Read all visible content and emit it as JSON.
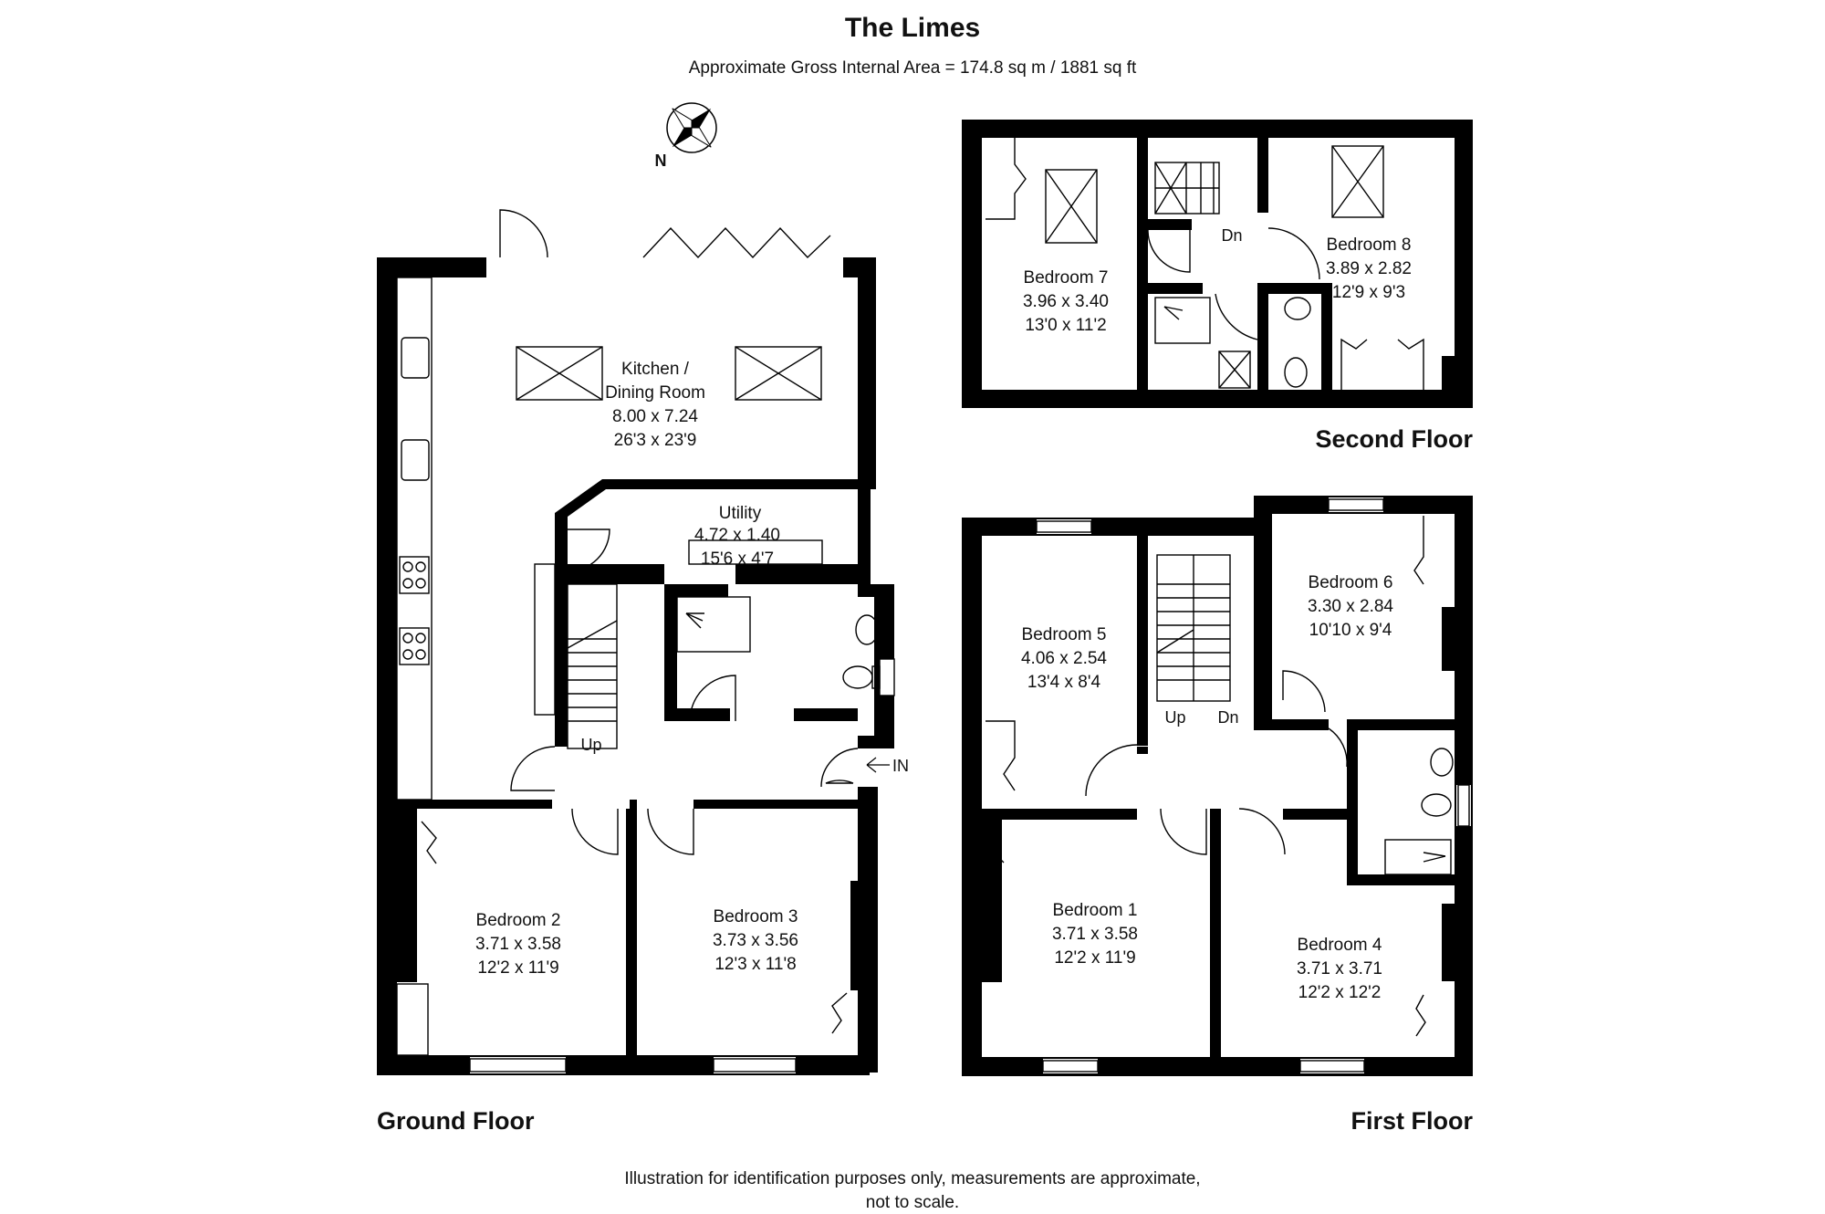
{
  "header": {
    "title": "The Limes",
    "area": "Approximate Gross Internal Area  = 174.8 sq m / 1881 sq ft"
  },
  "compass": {
    "label": "N"
  },
  "floors": {
    "ground": "Ground Floor",
    "first": "First Floor",
    "second": "Second Floor"
  },
  "rooms": {
    "kitchen": {
      "name1": "Kitchen /",
      "name2": "Dining Room",
      "metric": "8.00 x 7.24",
      "imperial": "26'3 x 23'9"
    },
    "utility": {
      "name": "Utility",
      "metric": "4.72 x 1.40",
      "imperial": "15'6 x 4'7"
    },
    "bedroom2": {
      "name": "Bedroom 2",
      "metric": "3.71 x 3.58",
      "imperial": "12'2 x 11'9"
    },
    "bedroom3": {
      "name": "Bedroom 3",
      "metric": "3.73 x 3.56",
      "imperial": "12'3 x 11'8"
    },
    "bedroom1": {
      "name": "Bedroom 1",
      "metric": "3.71 x 3.58",
      "imperial": "12'2 x 11'9"
    },
    "bedroom4": {
      "name": "Bedroom 4",
      "metric": "3.71 x 3.71",
      "imperial": "12'2 x 12'2"
    },
    "bedroom5": {
      "name": "Bedroom 5",
      "metric": "4.06 x 2.54",
      "imperial": "13'4 x 8'4"
    },
    "bedroom6": {
      "name": "Bedroom 6",
      "metric": "3.30 x 2.84",
      "imperial": "10'10 x 9'4"
    },
    "bedroom7": {
      "name": "Bedroom 7",
      "metric": "3.96 x 3.40",
      "imperial": "13'0 x 11'2"
    },
    "bedroom8": {
      "name": "Bedroom 8",
      "metric": "3.89 x 2.82",
      "imperial": "12'9 x 9'3"
    }
  },
  "stairs": {
    "ground_up": "Up",
    "first_up": "Up",
    "first_dn": "Dn",
    "second_dn": "Dn",
    "entrance": "IN"
  },
  "footer": {
    "line1": "Illustration for identification purposes only, measurements are approximate,",
    "line2": "not to scale."
  }
}
